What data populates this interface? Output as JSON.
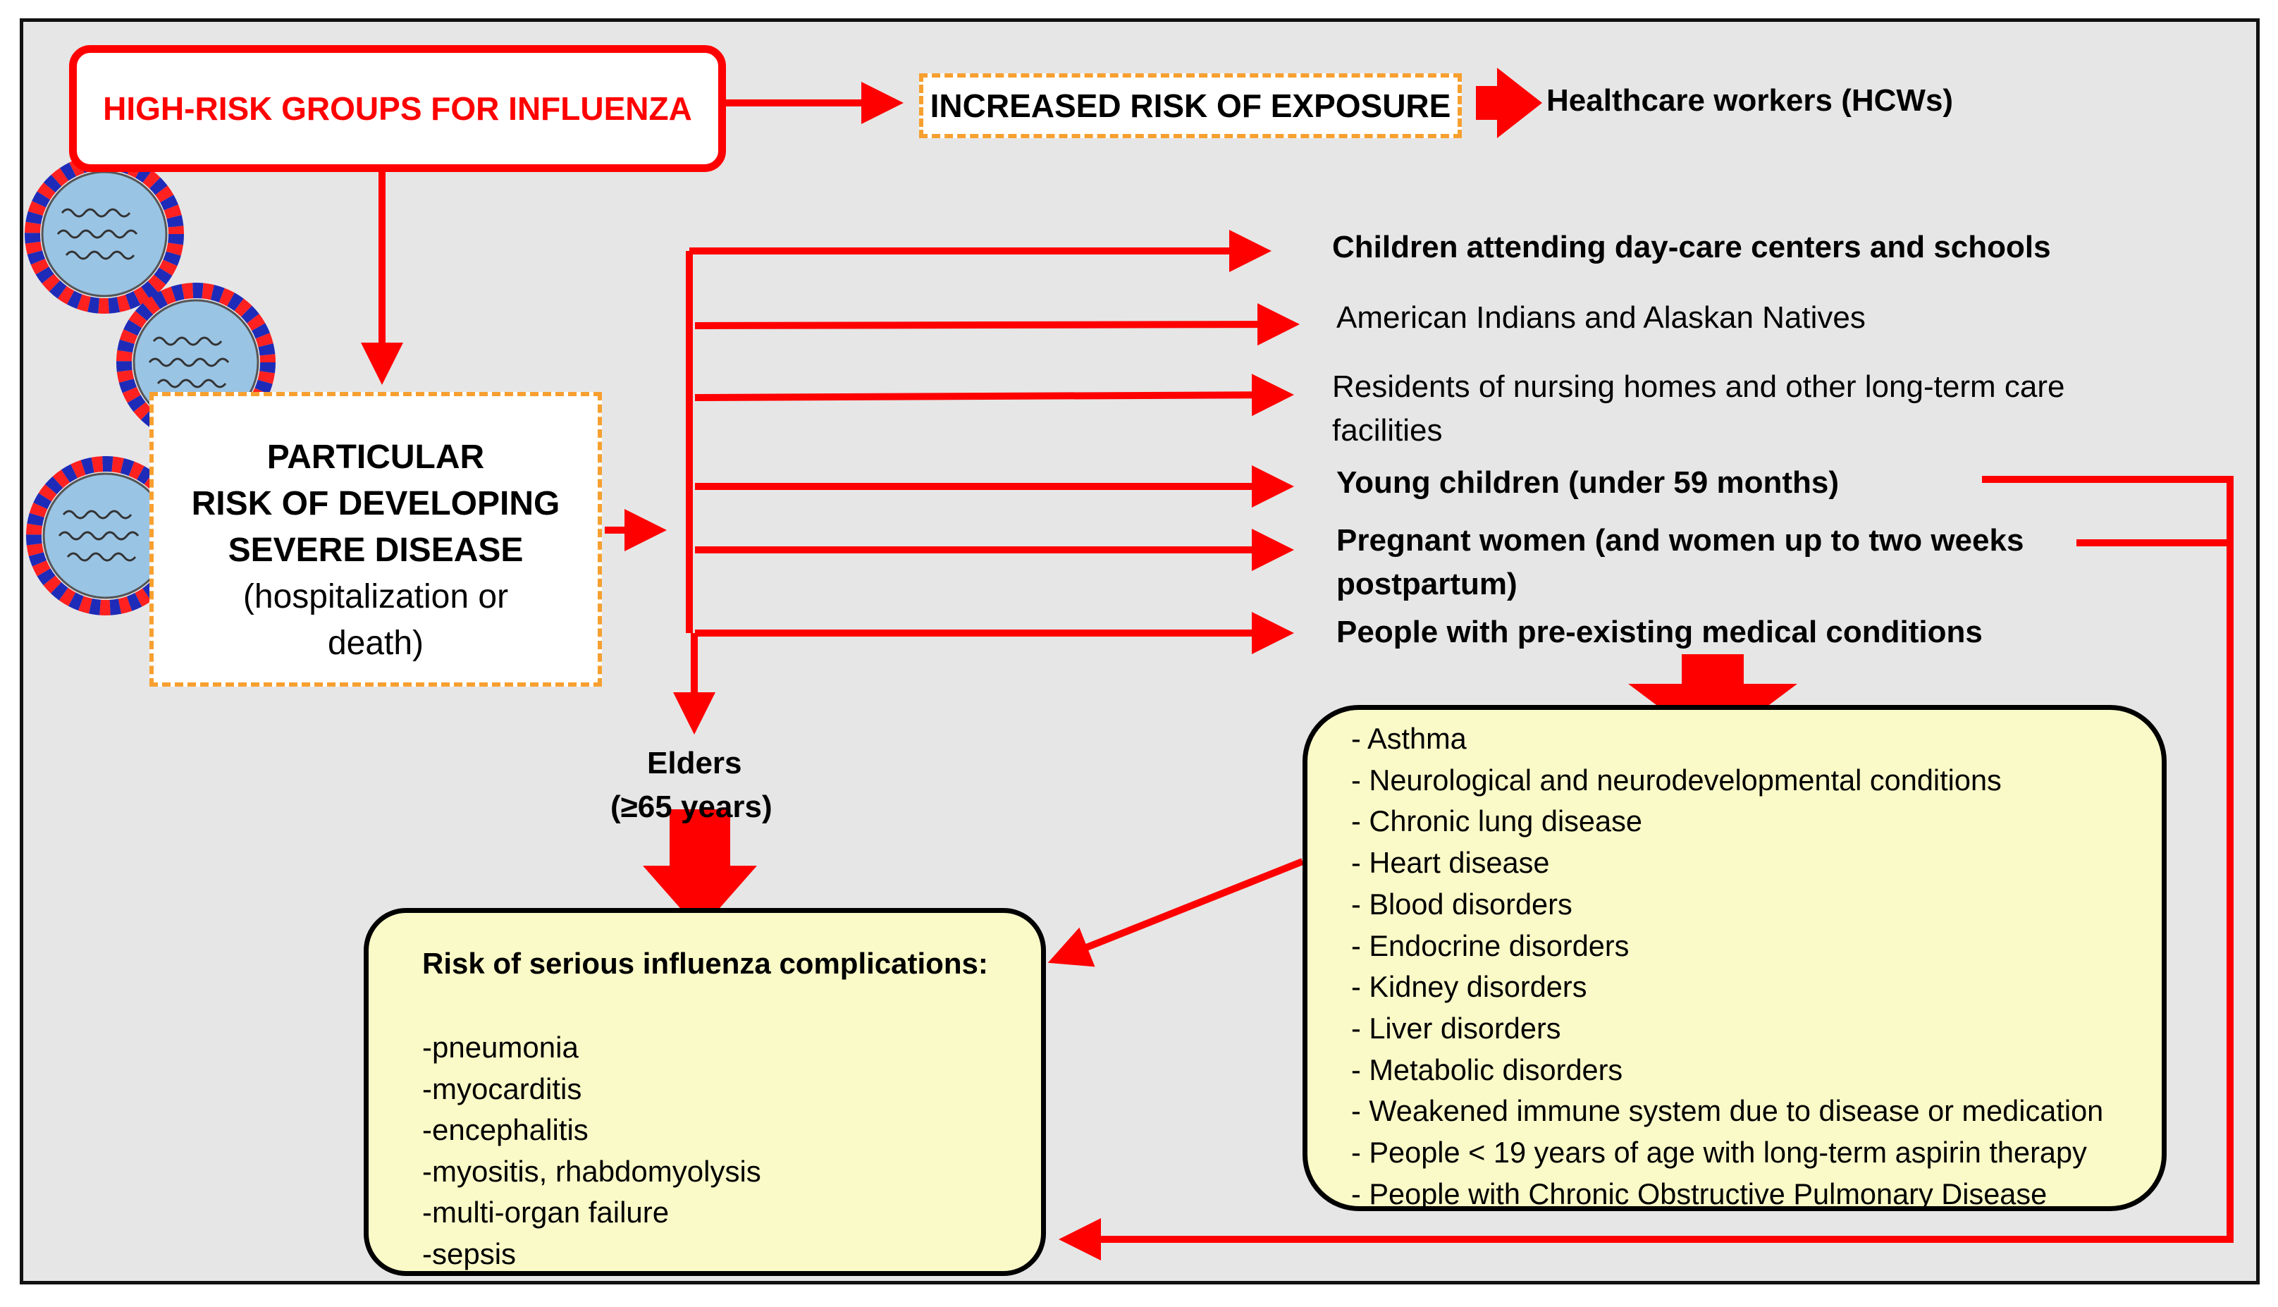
{
  "title": "HIGH-RISK GROUPS FOR INFLUENZA",
  "exposure": {
    "label": "INCREASED RISK OF EXPOSURE",
    "group": "Healthcare workers (HCWs)"
  },
  "severe": {
    "lines": [
      "PARTICULAR",
      "RISK OF DEVELOPING",
      "SEVERE DISEASE"
    ],
    "sub_lines": [
      "(hospitalization or",
      "death)"
    ]
  },
  "groups": [
    "Children attending day-care centers and schools",
    "American Indians and Alaskan Natives",
    "Residents of nursing homes and other long-term care",
    "facilities",
    "Young children (under 59 months)",
    "Pregnant women (and women up to two weeks",
    "postpartum)",
    "People with pre-existing medical conditions"
  ],
  "elders": [
    "Elders",
    "(≥65 years)"
  ],
  "complications": {
    "heading": "Risk of serious influenza complications:",
    "items": [
      "-pneumonia",
      "-myocarditis",
      "-encephalitis",
      "-myositis, rhabdomyolysis",
      "-multi-organ failure",
      "-sepsis"
    ]
  },
  "conditions": [
    "- Asthma",
    "- Neurological and neurodevelopmental  conditions",
    "- Chronic  lung disease",
    "- Heart disease",
    "- Blood disorders",
    "- Endocrine disorders",
    "- Kidney disorders",
    "- Liver disorders",
    "- Metabolic disorders",
    "- Weakened immune system due to disease or medication",
    "- People < 19 years of age with long-term aspirin therapy",
    "- People with Chronic Obstructive Pulmonary Disease"
  ],
  "colors": {
    "arrow": "#ff0000",
    "title_border": "#ff0000",
    "dashed_border": "#f7a030",
    "note_fill": "#fafac8",
    "background": "#e6e6e6"
  },
  "icons": [
    "virus-icon",
    "virus-icon",
    "virus-icon"
  ]
}
